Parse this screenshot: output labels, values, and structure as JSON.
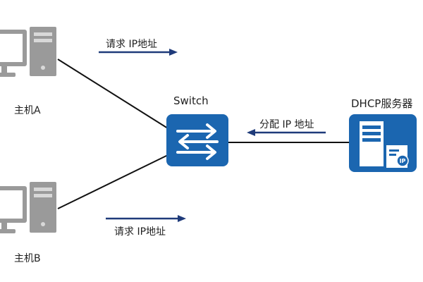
{
  "labels": {
    "host_a": "主机A",
    "host_b": "主机B",
    "switch": "Switch",
    "dhcp_server": "DHCP服务器",
    "request_top": "请求 IP地址",
    "request_bottom": "请求 IP地址",
    "assign": "分配 IP 地址",
    "ip_badge": "IP"
  },
  "colors": {
    "switch_blue": "#1b66b0",
    "server_blue": "#1b66b0",
    "arrow_navy": "#1f3b7a",
    "computer_gray": "#9a9a9a",
    "line": "#111111"
  },
  "icons": {
    "host": "computer-icon",
    "switch": "switch-icon",
    "server": "server-icon"
  }
}
